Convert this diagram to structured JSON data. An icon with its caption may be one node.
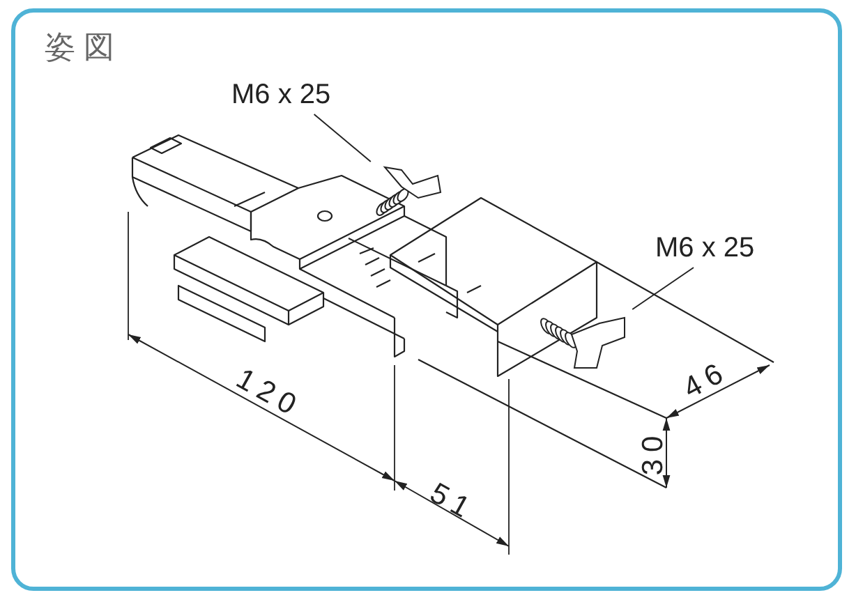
{
  "diagram": {
    "title": "姿図",
    "nodes": [
      {
        "text": [
          "M6 x 25"
        ]
      },
      {
        "text": [],
        "shape": "picture"
      },
      {
        "text": [
          "M6 x 25"
        ]
      },
      {
        "text": [],
        "shape": "picture"
      }
    ],
    "edges": [
      {
        "from": 0,
        "to": 1,
        "arrow": "none"
      },
      {
        "from": 2,
        "to": 3,
        "arrow": "none"
      }
    ],
    "labels": [
      "46",
      "120",
      "30",
      "51"
    ]
  }
}
